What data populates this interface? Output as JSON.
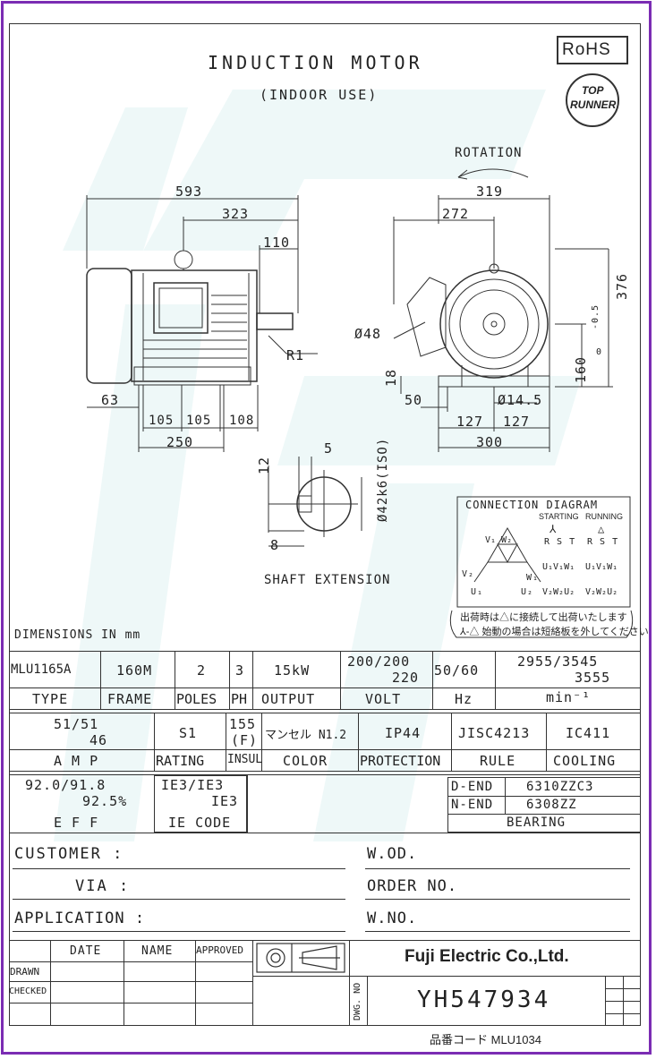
{
  "header": {
    "title": "INDUCTION MOTOR",
    "subtitle": "(INDOOR USE)",
    "rohs": "RoHS",
    "top_runner_1": "TOP",
    "top_runner_2": "RUNNER",
    "rotation": "ROTATION"
  },
  "dims": {
    "d593": "593",
    "d323": "323",
    "d110": "110",
    "r1": "R1",
    "d63": "63",
    "d105a": "105",
    "d105b": "105",
    "d108": "108",
    "d250": "250",
    "d319": "319",
    "d272": "272",
    "d376": "376",
    "phi48": "Ø48",
    "d18": "18",
    "d50": "50",
    "phi14_5": "Ø14.5",
    "d160": "160",
    "d160_tol_up": "0",
    "d160_tol_dn": "-0.5",
    "d127a": "127",
    "d127b": "127",
    "d300": "300",
    "d5": "5",
    "d12": "12",
    "d8": "8",
    "phi42": "Ø42k6(ISO)",
    "shaft_ext": "SHAFT EXTENSION",
    "units": "DIMENSIONS IN mm"
  },
  "connection": {
    "title": "CONNECTION DIAGRAM",
    "starting": "STARTING",
    "running": "RUNNING",
    "star_sym": "⅄",
    "delta_sym": "△",
    "rst1": "R S T",
    "rst2": "R S T",
    "uvw1": "U₁V₁W₁",
    "uvw2": "U₁V₁W₁",
    "vwu1": "V₂W₂U₂",
    "vwu2": "V₂W₂U₂",
    "v1w2": "V₁ W₂",
    "v2": "V₂",
    "w1": "W₁",
    "u1": "U₁",
    "u2": "U₂",
    "note1": "出荷時は△に接続して出荷いたします",
    "note2": "⅄-△ 始動の場合は短絡板を外してください"
  },
  "spec": {
    "type": "MLU1165A",
    "frame": "160M",
    "poles": "2",
    "ph": "3",
    "output": "15kW",
    "volt_1": "200/200",
    "volt_2": "220",
    "hz": "50/60",
    "rpm_1": "2955/3545",
    "rpm_2": "3555",
    "lbl_type": "TYPE",
    "lbl_frame": "FRAME",
    "lbl_poles": "POLES",
    "lbl_ph": "PH",
    "lbl_output": "OUTPUT",
    "lbl_volt": "VOLT",
    "lbl_hz": "Hz",
    "lbl_rpm": "min⁻¹",
    "amp_1": "51/51",
    "amp_2": "46",
    "rating": "S1",
    "insul_1": "155",
    "insul_2": "(F)",
    "color": "マンセル N1.2",
    "protection": "IP44",
    "rule": "JISC4213",
    "cooling": "IC411",
    "lbl_amp": "A M P",
    "lbl_rating": "RATING",
    "lbl_insul": "INSUL",
    "lbl_color": "COLOR",
    "lbl_protection": "PROTECTION",
    "lbl_rule": "RULE",
    "lbl_cooling": "COOLING",
    "eff_1": "92.0/91.8",
    "eff_2": "92.5%",
    "ie_1": "IE3/IE3",
    "ie_2": "IE3",
    "lbl_eff": "E F F",
    "lbl_ie": "IE CODE",
    "dend_lbl": "D-END",
    "dend_val": "6310ZZC3",
    "nend_lbl": "N-END",
    "nend_val": "6308ZZ",
    "lbl_bearing": "BEARING"
  },
  "customer": {
    "customer": "CUSTOMER :",
    "via": "VIA :",
    "application": "APPLICATION :",
    "wod": "W.OD.",
    "order": "ORDER NO.",
    "wno": "W.NO."
  },
  "titleblock": {
    "date": "DATE",
    "name": "NAME",
    "approved": "APPROVED",
    "drawn": "DRAWN",
    "checked": "CHECKED",
    "company": "Fuji Electric Co.,Ltd.",
    "dwg_no_lbl": "DWG. NO",
    "dwg_no": "YH547934",
    "code": "品番コード MLU1034"
  }
}
